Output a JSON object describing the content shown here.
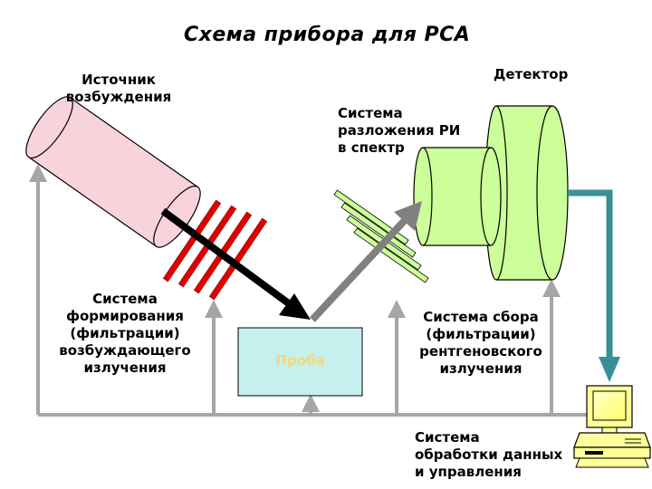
{
  "title": "Схема прибора для РСА",
  "labels": {
    "source": "Источник\nвозбуждения",
    "detector": "Детектор",
    "dispersion": "Система\nразложения РИ\nв спектр",
    "excitation_filter": "Система\nформирования\n(фильтрации)\nвозбуждающего\nизлучения",
    "collection_filter": "Система сбора\n(фильтрации)\nрентгеновского\nизлучения",
    "processing": "Система\nобработки данных\nи управления",
    "sample": "Проба"
  },
  "colors": {
    "source_fill": "#f9d3dc",
    "red_filter": "#e00000",
    "green_filter": "#ccff99",
    "detector_fill": "#ccff99",
    "sample_fill": "#c5f0ee",
    "control_line": "#a6a6a6",
    "output_arrow": "#3a8f96",
    "computer": "#ffff99"
  },
  "icons": {
    "computer": "computer-icon"
  }
}
